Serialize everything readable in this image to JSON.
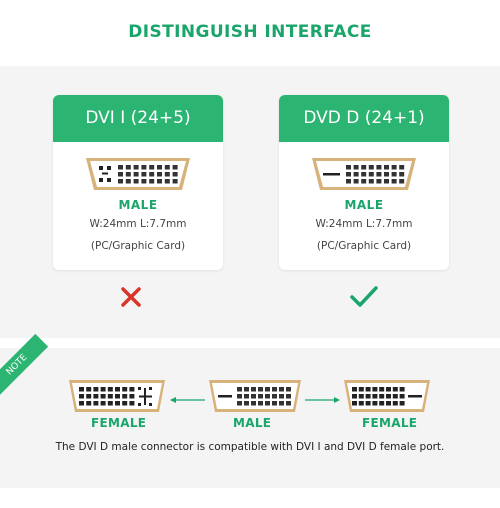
{
  "title": "DISTINGUISH INTERFACE",
  "cards": [
    {
      "heading": "DVI I (24+5)",
      "gender": "MALE",
      "spec_line1": "W:24mm L:7.7mm",
      "spec_line2": "(PC/Graphic Card)",
      "verdict": "cross"
    },
    {
      "heading": "DVD D (24+1)",
      "gender": "MALE",
      "spec_line1": "W:24mm L:7.7mm",
      "spec_line2": "(PC/Graphic Card)",
      "verdict": "check"
    }
  ],
  "note_tag": "NOTE",
  "compat": {
    "left_label": "FEMALE",
    "middle_label": "MALE",
    "right_label": "FEMALE",
    "caption": "The DVI D male connector is compatible with DVI I and DVI D female port."
  },
  "colors": {
    "brand_green": "#2bb472",
    "text_green": "#1aa56b",
    "cross_red": "#d9362b",
    "check_green": "#1aa56b",
    "gold": "#d7b27a"
  }
}
